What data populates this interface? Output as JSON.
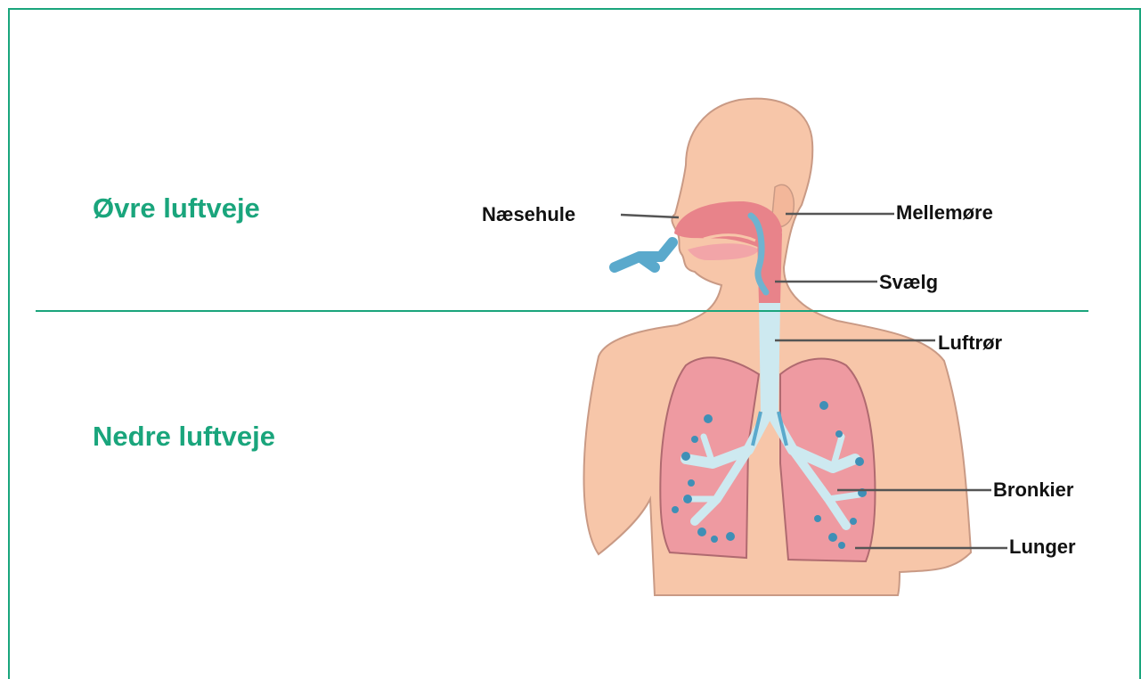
{
  "sections": {
    "upper": "Øvre luftveje",
    "lower": "Nedre luftveje"
  },
  "parts": {
    "nasal_cavity": "Næsehule",
    "middle_ear": "Mellemøre",
    "pharynx": "Svælg",
    "trachea": "Luftrør",
    "bronchi": "Bronkier",
    "lungs": "Lunger"
  },
  "colors": {
    "accent": "#1aa57c",
    "skin": "#f7c6a9",
    "lung": "#ee9aa1",
    "airway": "#cde9f0",
    "nodule": "#3f8fb6"
  }
}
